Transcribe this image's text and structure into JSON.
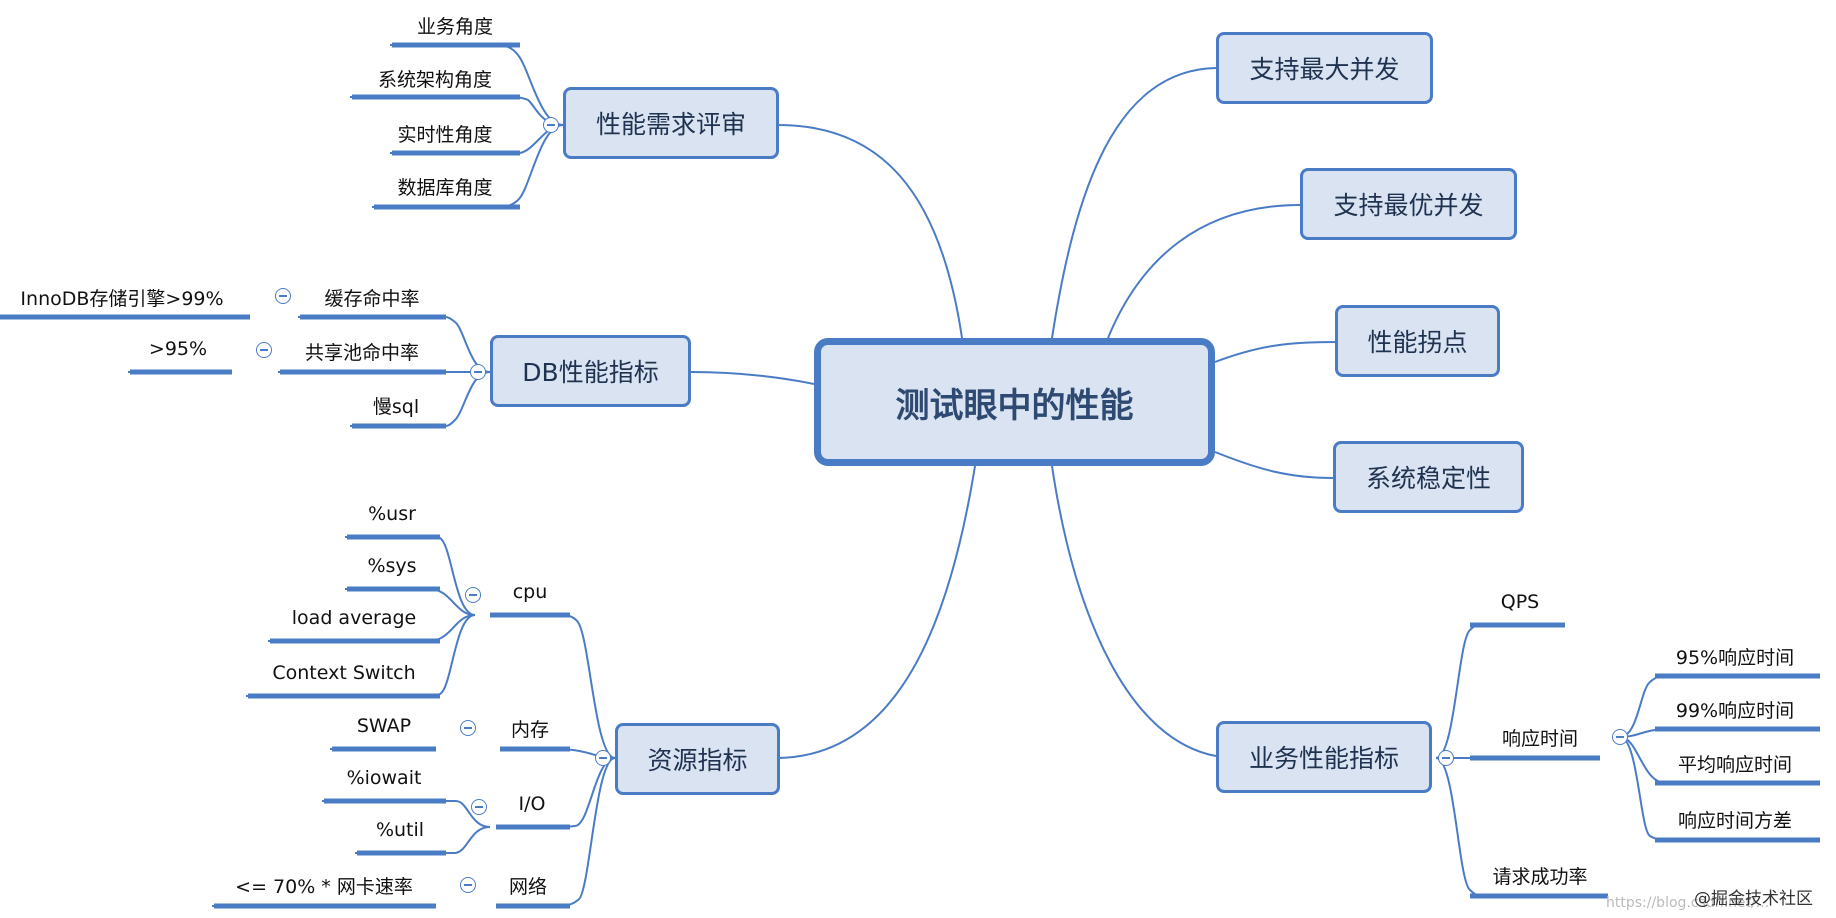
{
  "center": {
    "label": "测试眼中的性能"
  },
  "branches": {
    "perf_review": {
      "label": "性能需求评审",
      "children": [
        "业务角度",
        "系统架构角度",
        "实时性角度",
        "数据库角度"
      ]
    },
    "db_metrics": {
      "label": "DB性能指标",
      "cache_hit": {
        "label": "缓存命中率",
        "child": "InnoDB存储引擎>99%"
      },
      "shared_pool": {
        "label": "共享池命中率",
        "child": ">95%"
      },
      "slow_sql": "慢sql"
    },
    "resource_metrics": {
      "label": "资源指标",
      "cpu": {
        "label": "cpu",
        "children": [
          "%usr",
          "%sys",
          "load average",
          "Context Switch"
        ]
      },
      "memory": {
        "label": "内存",
        "children": [
          "SWAP"
        ]
      },
      "io": {
        "label": "I/O",
        "children": [
          "%iowait",
          "%util"
        ]
      },
      "network": {
        "label": "网络",
        "children": [
          "<= 70% * 网卡速率"
        ]
      }
    },
    "max_concurrency": {
      "label": "支持最大并发"
    },
    "optimal_concurrency": {
      "label": "支持最优并发"
    },
    "inflection_point": {
      "label": "性能拐点"
    },
    "stability": {
      "label": "系统稳定性"
    },
    "business_metrics": {
      "label": "业务性能指标",
      "qps": "QPS",
      "response_time": {
        "label": "响应时间",
        "children": [
          "95%响应时间",
          "99%响应时间",
          "平均响应时间",
          "响应时间方差"
        ]
      },
      "success_rate": "请求成功率"
    }
  },
  "watermark": {
    "text": "@掘金技术社区",
    "url": "https://blog.csdn.net/..."
  },
  "colors": {
    "line": "#4a7cc6",
    "box_fill": "#d9e3f1",
    "center_text": "#2e4a72"
  }
}
